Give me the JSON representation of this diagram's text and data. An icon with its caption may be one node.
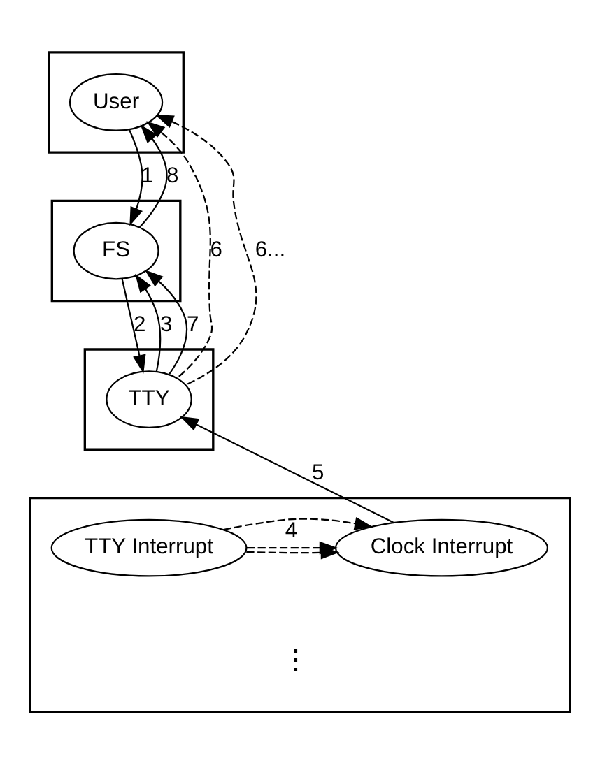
{
  "diagram": {
    "nodes": [
      {
        "text": [],
        "shape": "band"
      },
      {
        "text": [
          "User"
        ],
        "in": 0
      },
      {
        "text": [],
        "shape": "band"
      },
      {
        "text": [
          "FS"
        ],
        "in": 2
      },
      {
        "text": [],
        "shape": "band"
      },
      {
        "text": [
          "TTY"
        ],
        "in": 4
      },
      {
        "text": [],
        "shape": "band"
      },
      {
        "text": [
          "TTY Interrupt"
        ],
        "in": 6
      },
      {
        "text": [
          "Clock Interrupt"
        ],
        "in": 6
      }
    ],
    "edges": [
      {
        "from": 1,
        "to": 3,
        "arrow": "to",
        "label": "1"
      },
      {
        "from": 3,
        "to": 5,
        "arrow": "to",
        "label": "2"
      },
      {
        "from": 5,
        "to": 3,
        "arrow": "to",
        "label": "3"
      },
      {
        "from": 7,
        "to": 8,
        "arrow": "to",
        "style": "dashed",
        "label": "4"
      },
      {
        "from": 7,
        "to": 8,
        "arrow": "to",
        "style": "dashed"
      },
      {
        "from": 7,
        "to": 8,
        "arrow": "to",
        "style": "dashed"
      },
      {
        "from": 8,
        "to": 5,
        "arrow": "to",
        "label": "5"
      },
      {
        "from": 5,
        "to": 1,
        "arrow": "to",
        "style": "dashed",
        "label": "6"
      },
      {
        "from": 5,
        "to": 1,
        "arrow": "to",
        "style": "dashed",
        "label": "6..."
      },
      {
        "from": 5,
        "to": 3,
        "arrow": "to",
        "label": "7"
      },
      {
        "from": 3,
        "to": 1,
        "arrow": "to",
        "label": "8"
      }
    ],
    "labels": [
      "⋮"
    ]
  }
}
